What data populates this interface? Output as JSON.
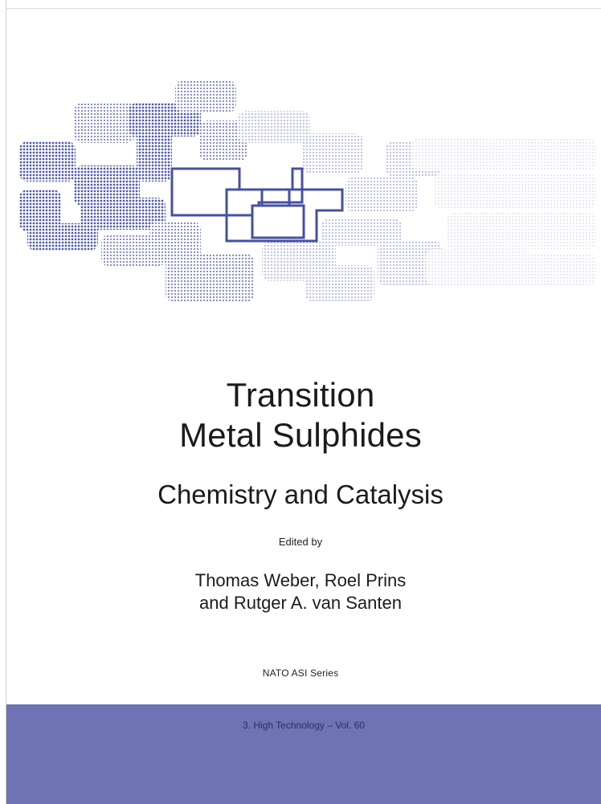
{
  "cover": {
    "title_line1": "Transition",
    "title_line2": "Metal Sulphides",
    "subtitle": "Chemistry and Catalysis",
    "edited_by": "Edited by",
    "editors_line1": "Thomas Weber, Roel Prins",
    "editors_line2": "and Rutger A. van Santen",
    "series": "NATO ASI Series",
    "band_text": "3. High Technology – Vol. 60"
  },
  "colors": {
    "band": "#6f72b3",
    "pattern_dark": "#4e5aa6",
    "pattern_mid": "#7f87c2",
    "pattern_light": "#c4c8e4",
    "pattern_faint": "#e3e5f1",
    "outline": "#4650a1"
  }
}
